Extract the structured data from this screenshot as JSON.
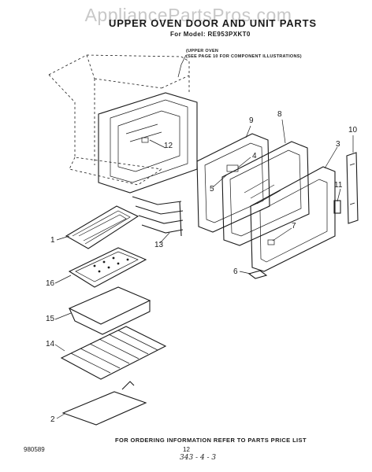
{
  "watermark": "AppliancePartsPros.com",
  "header": {
    "title": "UPPER OVEN DOOR AND UNIT PARTS",
    "subtitle": "For Model: RE953PXKT0"
  },
  "notes": {
    "line1": "(UPPER OVEN",
    "line2": "(SEE PAGE 10 FOR COMPONENT ILLUSTRATIONS)"
  },
  "callouts": {
    "c1": "1",
    "c2": "2",
    "c3": "3",
    "c4": "4",
    "c5": "5",
    "c6": "6",
    "c7": "7",
    "c8": "8",
    "c9": "9",
    "c10": "10",
    "c11": "11",
    "c12": "12",
    "c13": "13",
    "c14": "14",
    "c15": "15",
    "c16": "16"
  },
  "footer": {
    "ordering_info": "FOR ORDERING INFORMATION REFER TO PARTS PRICE LIST",
    "page_number": "12",
    "doc_code": "980589",
    "handwritten": "343 - 4 - 3"
  }
}
